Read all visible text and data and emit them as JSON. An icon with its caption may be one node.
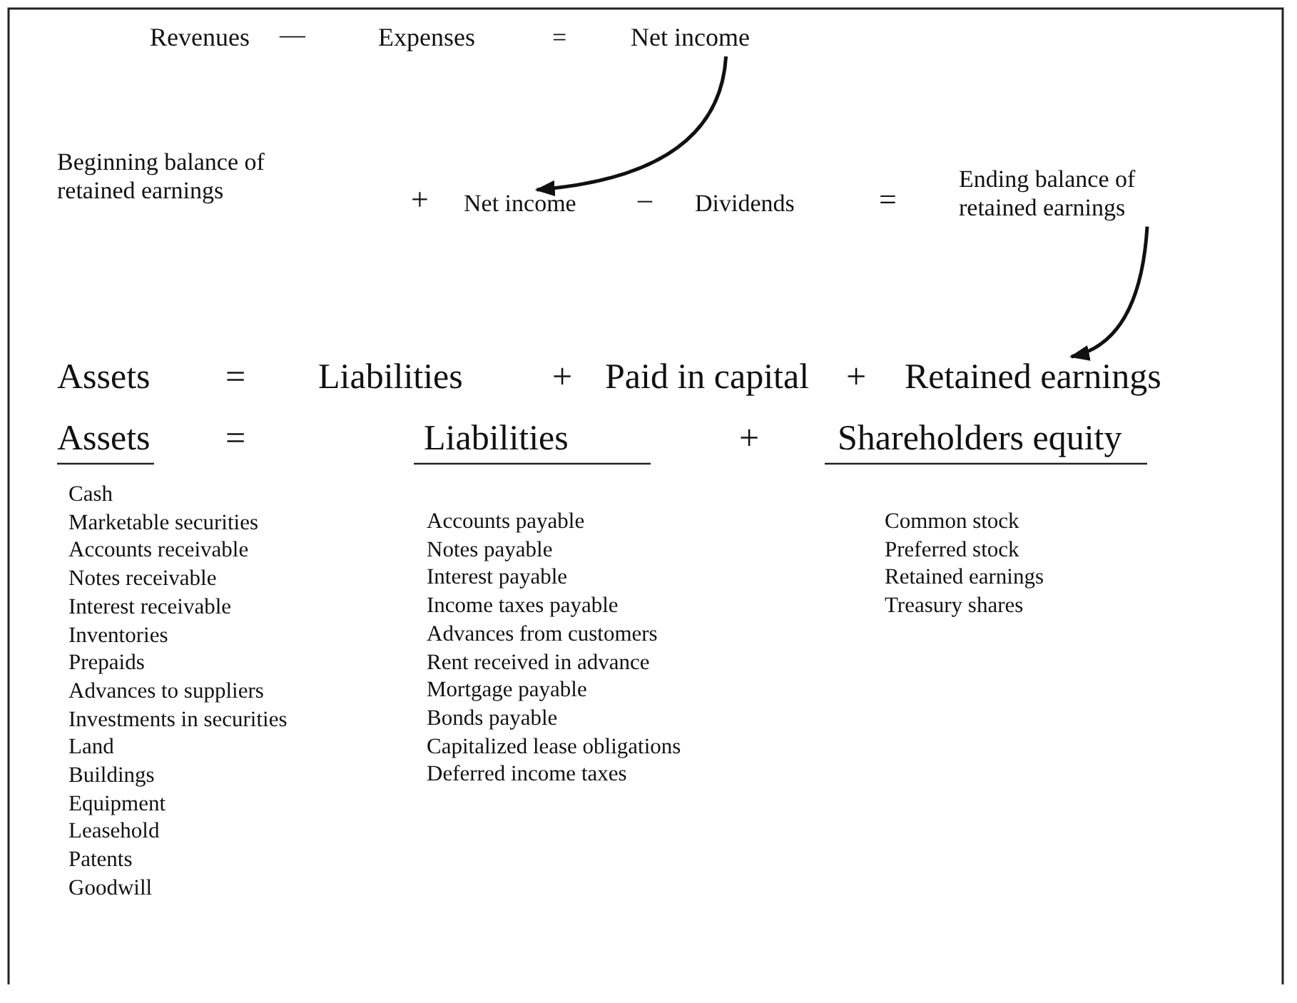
{
  "diagram": {
    "nodes": [
      {
        "text": [
          "Net income"
        ]
      },
      {
        "text": [
          "Net income"
        ]
      },
      {
        "text": [
          "Ending balance of retained earnings"
        ]
      },
      {
        "text": [
          "Retained earnings"
        ]
      }
    ],
    "edges": [
      {
        "from": 0,
        "to": 1,
        "arrow": "to"
      },
      {
        "from": 2,
        "to": 3,
        "arrow": "to"
      }
    ],
    "labels": [
      "Revenues",
      "—",
      "Expenses",
      "=",
      "Beginning balance of retained earnings",
      "+",
      "–",
      "Dividends",
      "=",
      "Assets",
      "=",
      "Liabilities",
      "+",
      "Paid in capital",
      "+",
      "Assets",
      "=",
      "Liabilities",
      "+",
      "Shareholders equity",
      "Cash",
      "Marketable securities",
      "Accounts receivable",
      "Notes receivable",
      "Interest receivable",
      "Inventories",
      "Prepaids",
      "Advances to suppliers",
      "Investments in securities",
      "Land",
      "Buildings",
      "Equipment",
      "Leasehold",
      "Patents",
      "Goodwill",
      "Accounts payable",
      "Notes payable",
      "Interest payable",
      "Income taxes payable",
      "Advances from customers",
      "Rent received in advance",
      "Mortgage payable",
      "Bonds payable",
      "Capitalized lease obligations",
      "Deferred income taxes",
      "Common stock",
      "Preferred stock",
      "Retained earnings",
      "Treasury shares"
    ]
  }
}
